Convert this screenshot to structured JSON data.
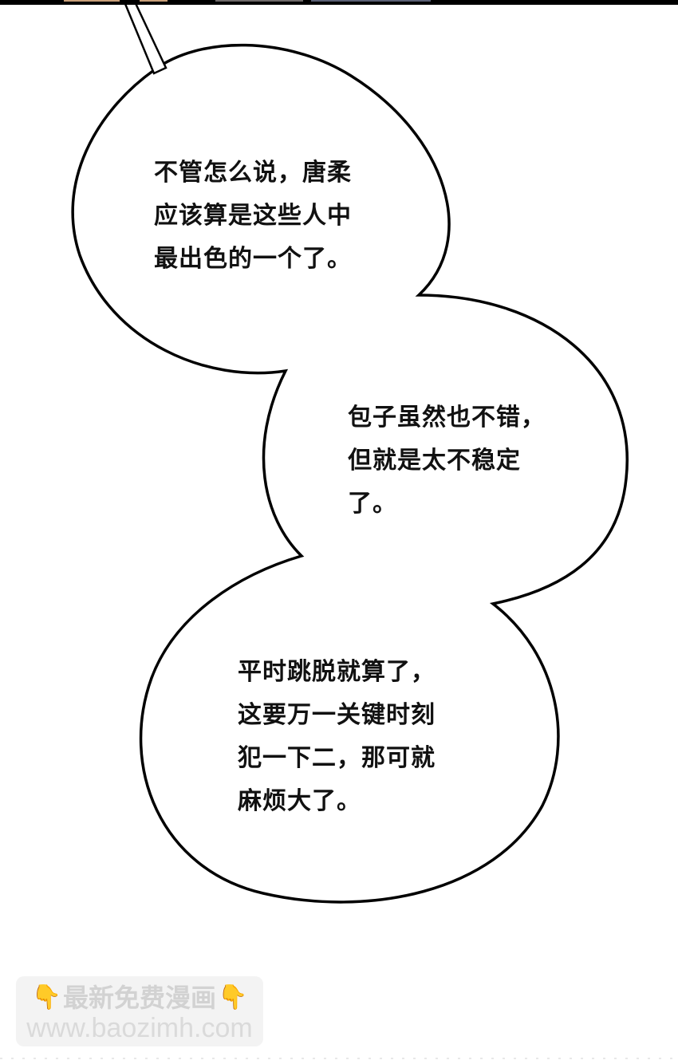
{
  "panel": {
    "background": "#ffffff",
    "top_strip_color": "#000000"
  },
  "bubbles": [
    {
      "id": "bubble-1",
      "lines": [
        "不管怎么说，唐柔",
        "应该算是这些人中",
        "最出色的一个了。"
      ]
    },
    {
      "id": "bubble-2",
      "lines": [
        "包子虽然也不错，",
        "但就是太不稳定",
        "了。"
      ]
    },
    {
      "id": "bubble-3",
      "lines": [
        "平时跳脱就算了，",
        "这要万一关键时刻",
        "犯一下二，那可就",
        "麻烦大了。"
      ]
    }
  ],
  "watermark": {
    "icon_left": "backhand-index-pointing-down-icon",
    "icon_right": "backhand-index-pointing-down-icon",
    "title": "最新免费漫画",
    "url": "www.baozimh.com"
  }
}
